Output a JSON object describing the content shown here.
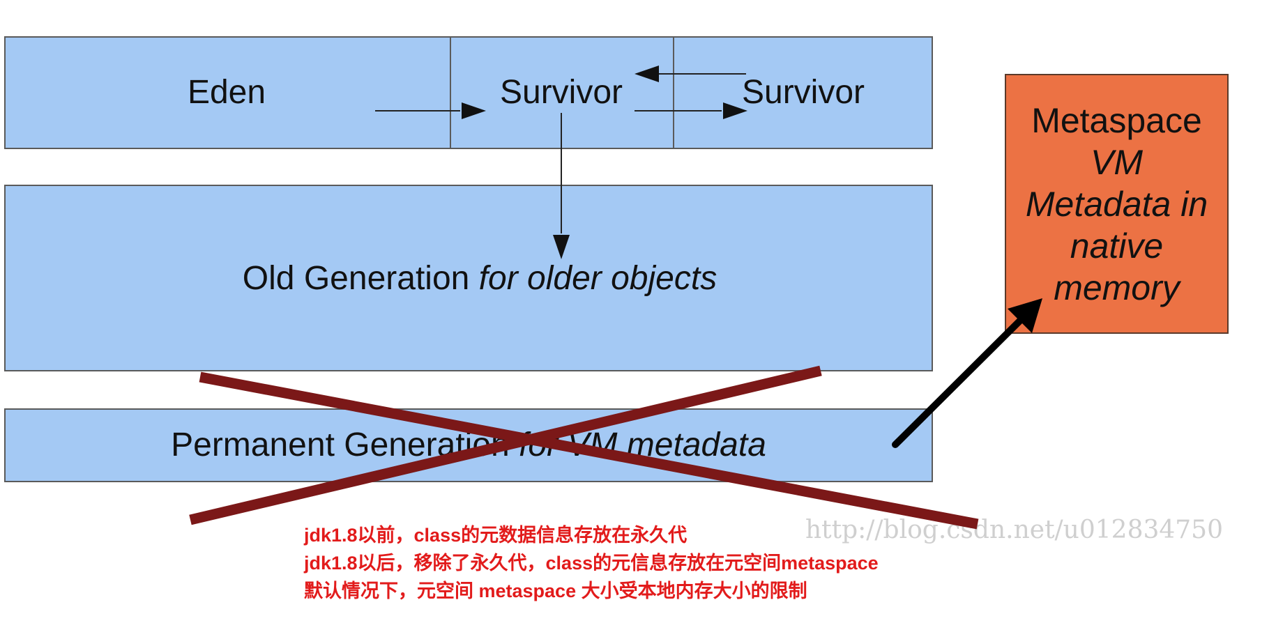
{
  "diagram": {
    "young_gen": {
      "eden_label": "Eden",
      "survivor1_label": "Survivor",
      "survivor2_label": "Survivor"
    },
    "old_gen": {
      "label": "Old Generation",
      "label_italic": "for older objects"
    },
    "perm_gen": {
      "label": "Permanent Generation",
      "label_italic": "for VM metadata",
      "status": "removed"
    },
    "metaspace": {
      "lines": [
        "Metaspace",
        "VM",
        "Metadata in",
        "native",
        "memory"
      ],
      "fill_color": "#ec7244"
    },
    "colors": {
      "heap_fill": "#a4c9f4",
      "cross": "#7b1818",
      "notes": "#e21b1b"
    }
  },
  "watermark": "http://blog.csdn.net/u012834750",
  "notes": [
    "jdk1.8以前，class的元数据信息存放在永久代",
    "jdk1.8以后，移除了永久代，class的元信息存放在元空间metaspace",
    "默认情况下，元空间 metaspace 大小受本地内存大小的限制"
  ]
}
